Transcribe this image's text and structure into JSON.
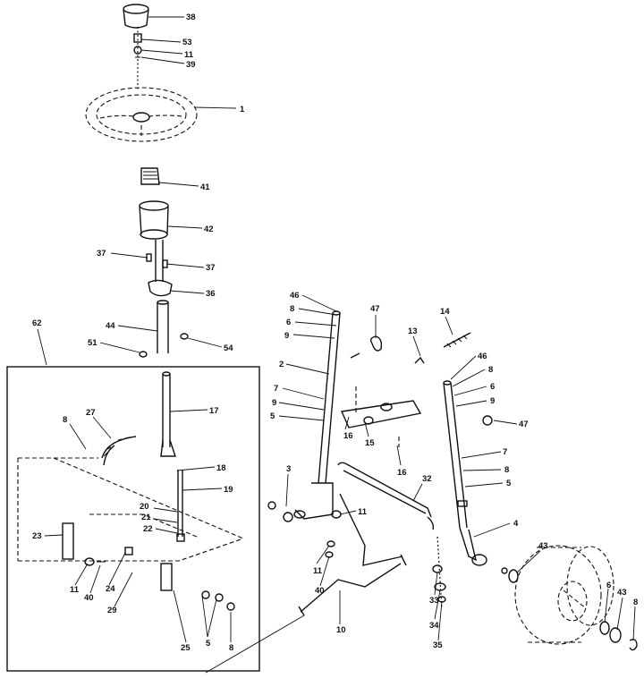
{
  "callouts": {
    "c38": "38",
    "c53": "53",
    "c11_top": "11",
    "c39": "39",
    "c1": "1",
    "c41": "41",
    "c42": "42",
    "c37_left": "37",
    "c37_right": "37",
    "c36": "36",
    "c44": "44",
    "c51": "51",
    "c54": "54",
    "c62": "62",
    "c17": "17",
    "c27": "27",
    "c8_box": "8",
    "c18": "18",
    "c19": "19",
    "c20": "20",
    "c21": "21",
    "c22": "22",
    "c23": "23",
    "c11_box": "11",
    "c40_box": "40",
    "c24": "24",
    "c29": "29",
    "c25": "25",
    "c5_box": "5",
    "c8_box_b": "8",
    "c46_left": "46",
    "c8_l1": "8",
    "c6_l": "6",
    "c9_l1": "9",
    "c2": "2",
    "c7_l": "7",
    "c9_l2": "9",
    "c5_l": "5",
    "c47_left": "47",
    "c16_a": "16",
    "c15": "15",
    "c13": "13",
    "c14": "14",
    "c16_b": "16",
    "c46_right": "46",
    "c8_r1": "8",
    "c6_r": "6",
    "c9_r": "9",
    "c47_right": "47",
    "c7_r": "7",
    "c8_r2": "8",
    "c5_r": "5",
    "c4": "4",
    "c3": "3",
    "c11_mid": "11",
    "c32": "32",
    "c11_low": "11",
    "c40_low": "40",
    "c10": "10",
    "c33": "33",
    "c34": "34",
    "c35": "35",
    "c43_left": "43",
    "c6_wheel": "6",
    "c43_right": "43",
    "c8_wheel": "8"
  }
}
